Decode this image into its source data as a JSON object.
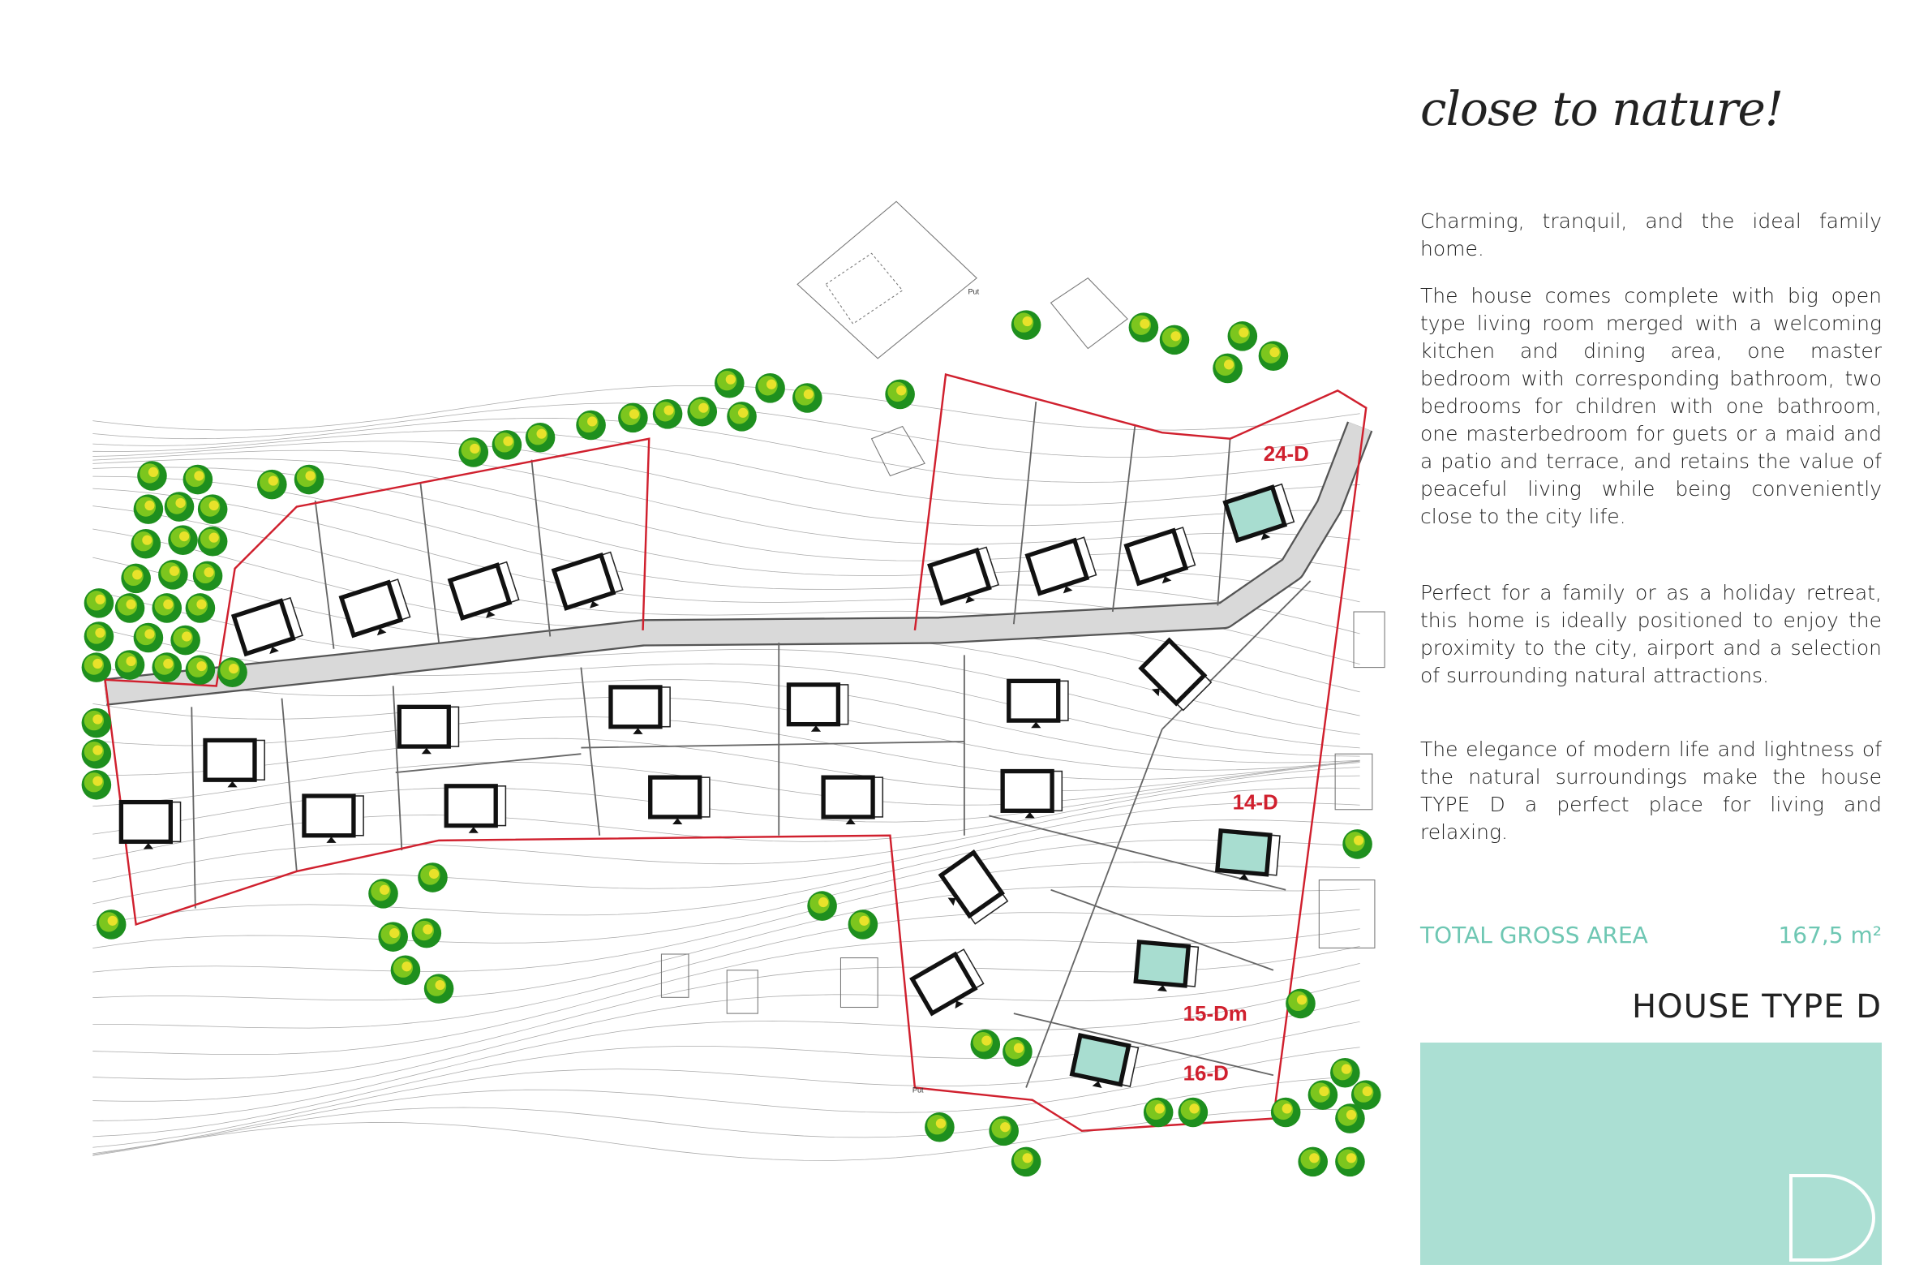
{
  "header": {
    "title": "close to nature!"
  },
  "description": [
    "Charming, tranquil, and the ideal family home.",
    "The house comes complete with big open type living room merged with a welcoming kitchen and dining area, one master bedroom with corresponding bathroom, two bedrooms for children with one bathroom, one masterbedroom for guets or a maid and a patio and terrace, and retains the value of peaceful living while being conveniently close to the city life.",
    "Perfect for a family or as a holiday retreat, this home is ideally positioned to enjoy the proximity to the city, airport and a selection of surrounding natural attractions.",
    "The elegance of modern life and lightness of the natural surroundings make the house TYPE D a perfect place for living and relaxing."
  ],
  "area": {
    "label": "TOTAL GROSS AREA",
    "value": "167,5 m²"
  },
  "house_type": {
    "title": "HOUSE TYPE D",
    "letter": "D"
  },
  "map": {
    "plot_labels": [
      "24-D",
      "14-D",
      "15-Dm",
      "16-D"
    ],
    "road_labels": [
      "Put",
      "Put"
    ]
  },
  "colors": {
    "accent": "#abdfd3",
    "accent_text": "#6ec7b3",
    "boundary": "#d0202e",
    "house_highlight": "#a8ddd0"
  }
}
